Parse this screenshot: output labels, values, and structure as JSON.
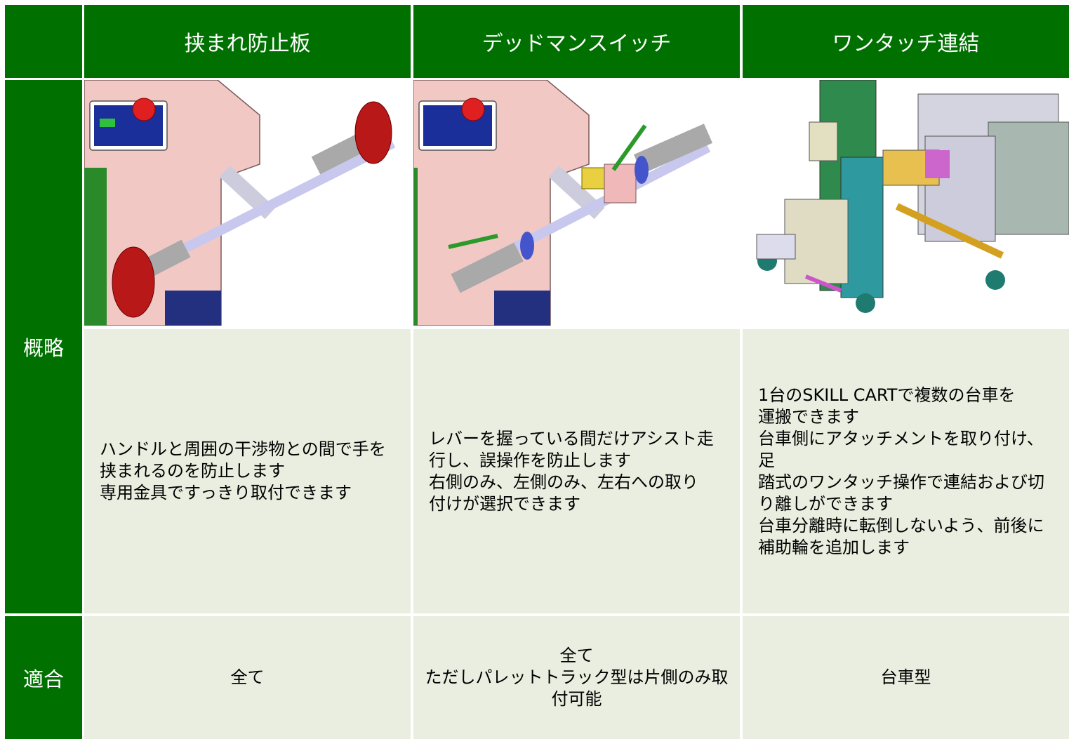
{
  "header": {
    "columns": [
      "挟まれ防止板",
      "デッドマンスイッチ",
      "ワンタッチ連結"
    ]
  },
  "rows": {
    "overview_label": "概略",
    "fit_label": "適合"
  },
  "descriptions": [
    "ハンドルと周囲の干渉物との間で手を\n挟まれるのを防止します\n専用金具ですっきり取付できます",
    "レバーを握っている間だけアシスト走\n行し、誤操作を防止します\n右側のみ、左側のみ、左右への取り\n付けが選択できます",
    "1台のSKILL CARTで複数の台車を\n運搬できます\n台車側にアタッチメントを取り付け、足\n踏式のワンタッチ操作で連結および切\nり離しができます\n台車分離時に転倒しないよう、前後に\n補助輪を追加します"
  ],
  "fit": [
    "全て",
    "全て\nただしパレットトラック型は片側のみ取\n付可能",
    "台車型"
  ],
  "colors": {
    "header_green": "#007100",
    "body_bg": "#e9eee0"
  }
}
